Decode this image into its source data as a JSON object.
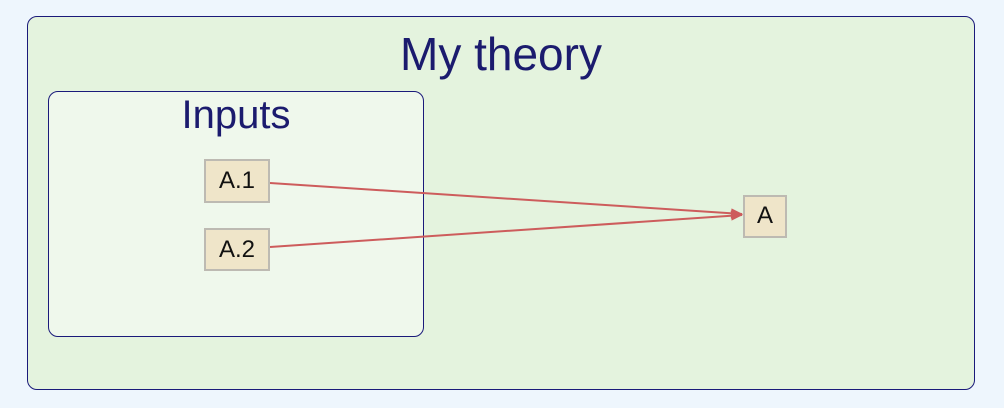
{
  "clusters": {
    "outer": {
      "title": "My theory"
    },
    "inner": {
      "title": "Inputs"
    }
  },
  "nodes": {
    "a1": "A.1",
    "a2": "A.2",
    "a": "A"
  },
  "edges": [
    {
      "from": "A.1",
      "to": "A"
    },
    {
      "from": "A.2",
      "to": "A"
    }
  ],
  "colors": {
    "edge": "#cd5c5c",
    "cluster_border": "#1a1a7a",
    "outer_fill": "#e4f3de",
    "inner_fill": "#eff8ec",
    "node_fill": "#efe5c9"
  }
}
